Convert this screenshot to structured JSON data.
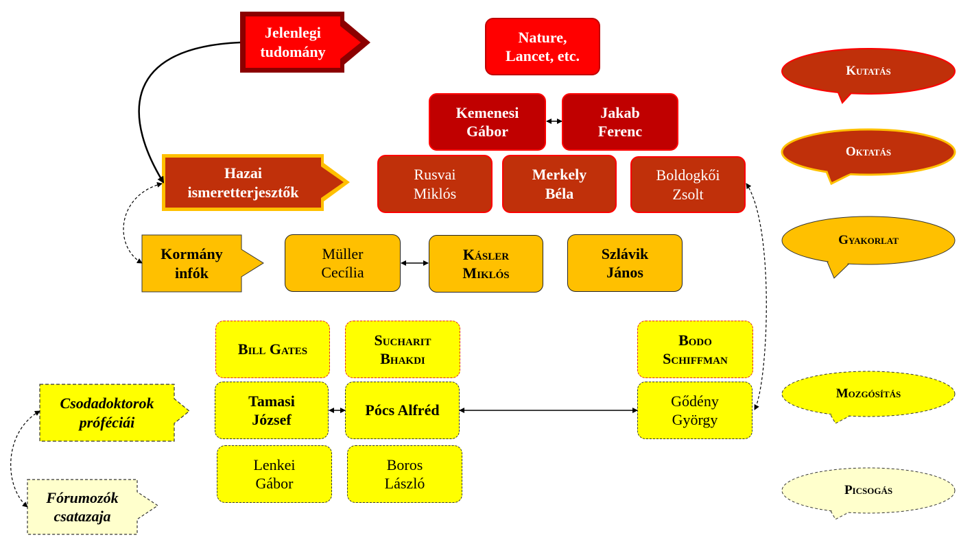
{
  "labels": {
    "jelenlegi": "Jelenlegi\ntudomány",
    "hazai": "Hazai\nismeretterjesztők",
    "kormany": "Kormány\ninfók",
    "csoda": "Csodadoktorok\npróféciái",
    "forum": "Fórumozók\ncsatazaja"
  },
  "boxes": {
    "nature": "Nature,\nLancet, etc.",
    "kemenesi": "Kemenesi\nGábor",
    "jakab": "Jakab\nFerenc",
    "rusvai": "Rusvai\nMiklós",
    "merkely": "Merkely\nBéla",
    "boldogkoi": "Boldogkői\nZsolt",
    "muller": "Müller\nCecília",
    "kasler": "Kásler\nMiklós",
    "szlavik": "Szlávik\nJános",
    "gates": "Bill Gates",
    "bhakdi": "Sucharit\nBhakdi",
    "schiffman": "Bodo\nSchiffman",
    "tamasi": "Tamasi\nJózsef",
    "pocs": "Pócs Alfréd",
    "godeny": "Gődény\nGyörgy",
    "lenkei": "Lenkei\nGábor",
    "boros": "Boros\nLászló"
  },
  "legend": {
    "kutatas": "Kutatás",
    "oktatas": "Oktatás",
    "gyakorlat": "Gyakorlat",
    "mozgositas": "Mozgósítás",
    "picsogas": "Picsogás"
  },
  "colors": {
    "bright_red": "#ff0000",
    "dark_red": "#c00000",
    "rust": "#c0300a",
    "orange": "#ffc000",
    "yellow": "#ffff00",
    "pale_yellow": "#ffffcc"
  }
}
